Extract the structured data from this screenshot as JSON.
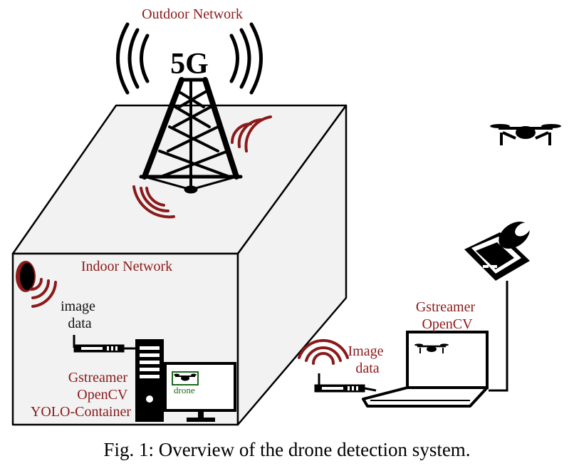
{
  "figure": {
    "outdoor_label": "Outdoor Network",
    "badge_5g": "5G",
    "indoor_label": "Indoor Network",
    "indoor_image_data": [
      "image",
      "data"
    ],
    "indoor_software": [
      "Gstreamer",
      "OpenCV",
      "YOLO-Container"
    ],
    "monitor_tag": "drone",
    "outdoor_image_data": [
      "Image",
      "data"
    ],
    "laptop_software": [
      "Gstreamer",
      "OpenCV"
    ],
    "caption": "Fig. 1: Overview of the drone detection system."
  },
  "colors": {
    "accent_red": "#8b1a1a",
    "detection_green": "#1a6a1a",
    "room_fill": "#f2f2f2",
    "ink": "#000000"
  }
}
